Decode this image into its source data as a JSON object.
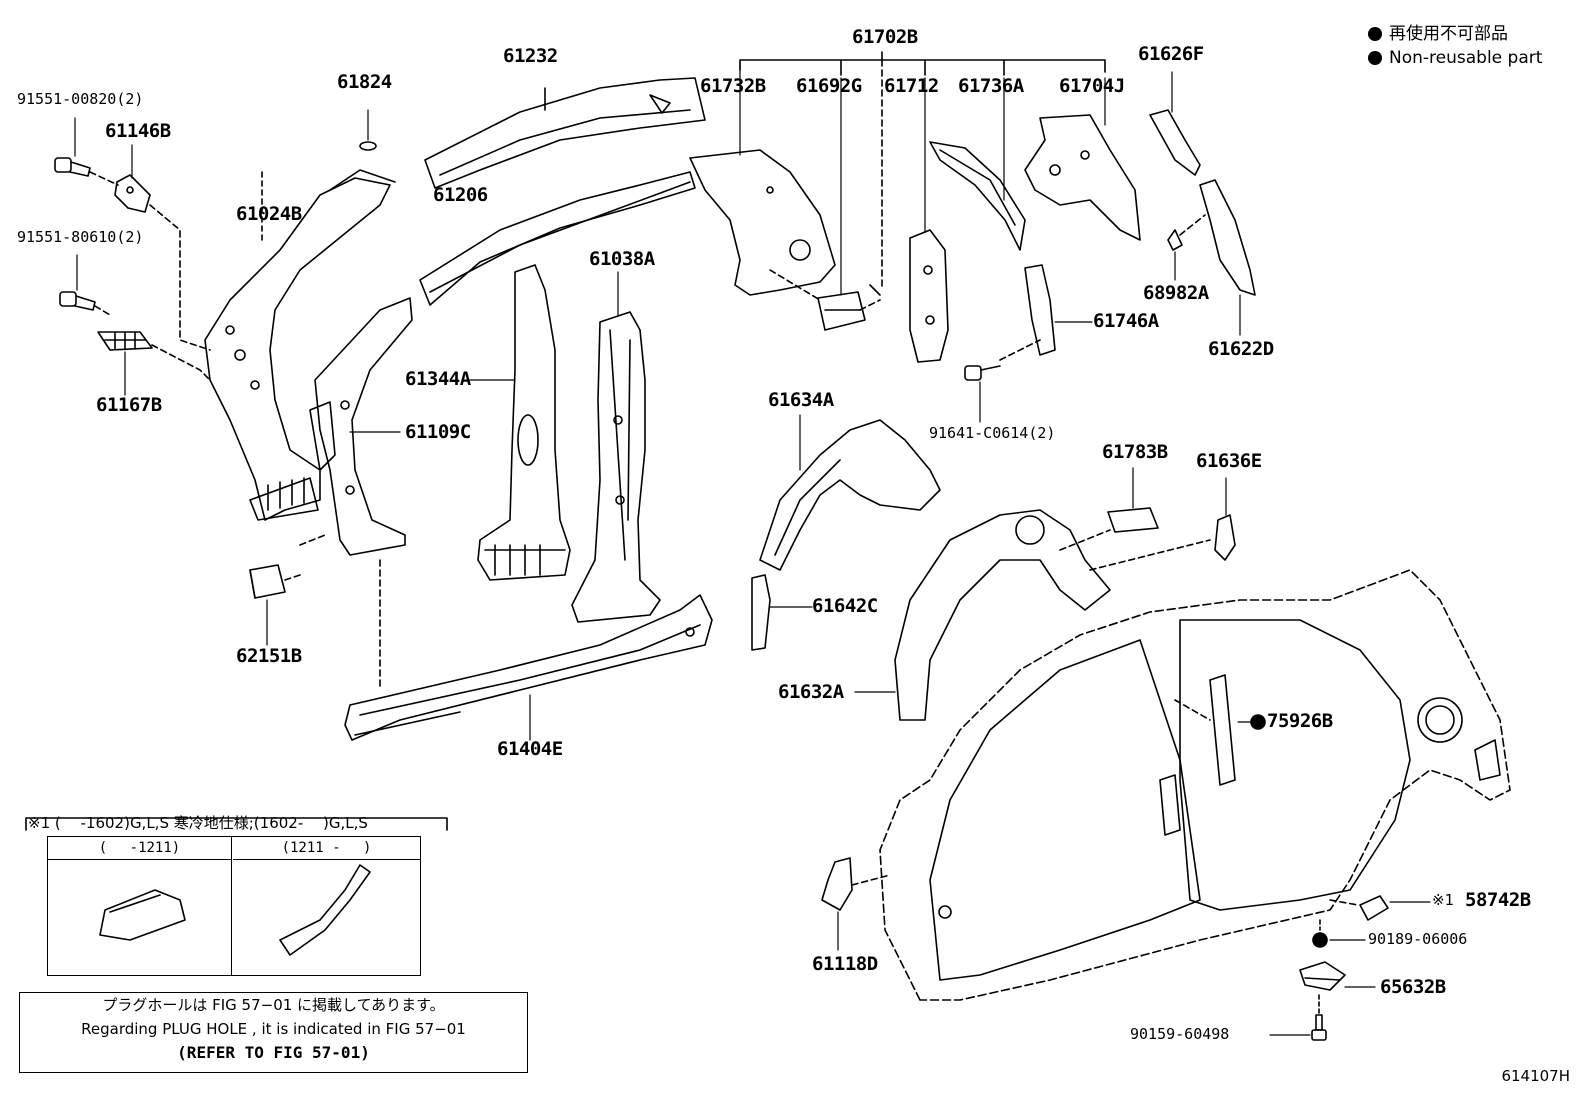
{
  "legend": {
    "jp": "再使用不可部品",
    "en": "Non-reusable part"
  },
  "parts": {
    "p61702B": "61702B",
    "p61232": "61232",
    "p61824": "61824",
    "p91551_00820": "91551-00820(2)",
    "p61146B": "61146B",
    "p61024B": "61024B",
    "p91551_80610": "91551-80610(2)",
    "p61167B": "61167B",
    "p61206": "61206",
    "p61344A": "61344A",
    "p61109C": "61109C",
    "p61038A": "61038A",
    "p62151B": "62151B",
    "p61404E": "61404E",
    "p61732B": "61732B",
    "p61692G": "61692G",
    "p61712": "61712",
    "p61736A": "61736A",
    "p61704J": "61704J",
    "p61626F": "61626F",
    "p68982A": "68982A",
    "p61622D": "61622D",
    "p61746A": "61746A",
    "p91641": "91641-C0614(2)",
    "p61634A": "61634A",
    "p61783B": "61783B",
    "p61636E": "61636E",
    "p61642C": "61642C",
    "p61632A": "61632A",
    "p75926B": "75926B",
    "p58742B": "58742B",
    "p58742B_prefix": "※1",
    "p90189": "90189-06006",
    "p65632B": "65632B",
    "p90159": "90159-60498",
    "p61118D": "61118D"
  },
  "inset": {
    "title": "※1 (　  -1602)G,L,S 寒冷地仕様;(1602-　   )G,L,S",
    "col1": "(　 -1211)",
    "col2": "(1211 -　 )"
  },
  "note": {
    "jp": "プラグホールは FIG 57−01 に掲載してあります。",
    "en": "Regarding  PLUG  HOLE , it is indicated in FIG  57−01",
    "ref": "(REFER TO FIG 57-01)"
  },
  "figure_code": "614107H"
}
